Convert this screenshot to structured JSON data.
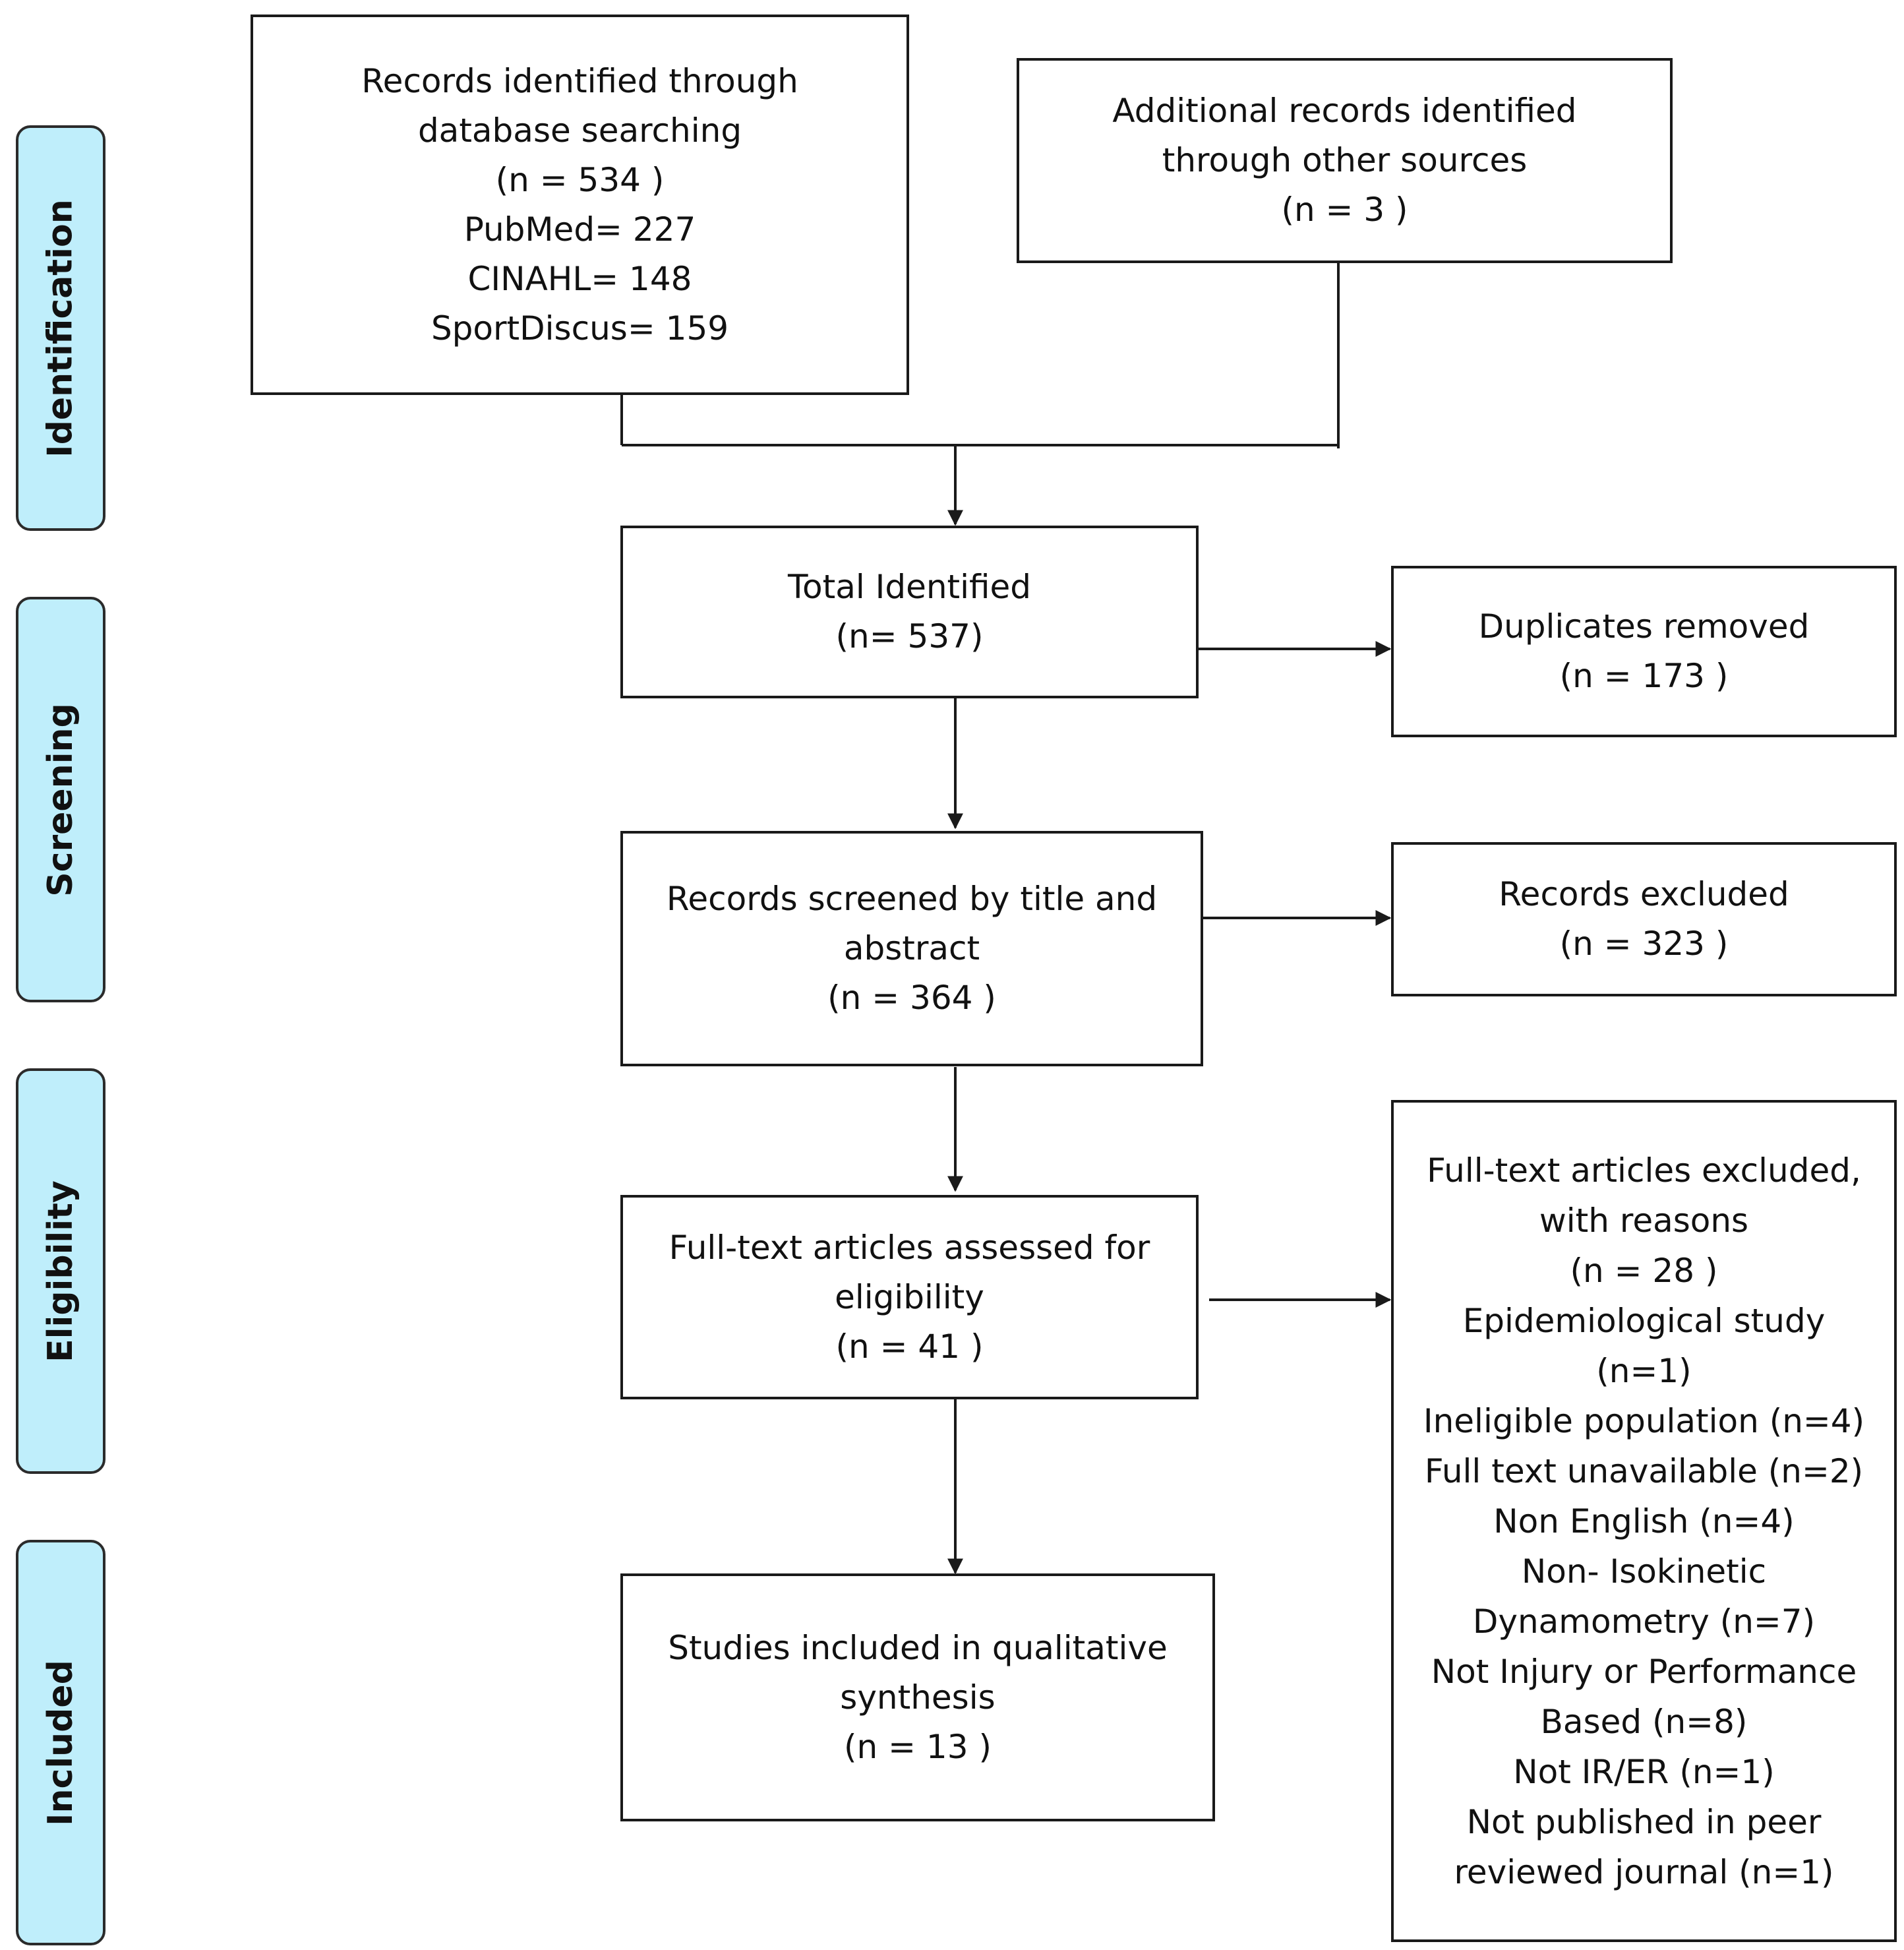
{
  "phases": [
    "Identification",
    "Screening",
    "Eligibility",
    "Included"
  ],
  "boxes": {
    "database": [
      "Records identified through",
      "database searching",
      "(n = 534 )",
      "PubMed= 227",
      "CINAHL= 148",
      "SportDiscus= 159"
    ],
    "other_sources": [
      "Additional records identified",
      "through other sources",
      "(n = 3 )"
    ],
    "total": [
      "Total Identified",
      "(n= 537)"
    ],
    "duplicates": [
      "Duplicates removed",
      "(n =  173 )"
    ],
    "screened": [
      "Records screened by title and",
      "abstract",
      "(n = 364 )"
    ],
    "excluded": [
      "Records excluded",
      "(n =  323 )"
    ],
    "fulltext": [
      "Full-text articles assessed for",
      "eligibility",
      "(n = 41 )"
    ],
    "fulltext_excluded": [
      "Full-text articles excluded,",
      "with reasons",
      "(n = 28 )",
      "Epidemiological study",
      "(n=1)",
      "Ineligible population (n=4)",
      "Full text unavailable (n=2)",
      "Non English (n=4)",
      "Non- Isokinetic",
      "Dynamometry (n=7)",
      "Not Injury or Performance",
      "Based (n=8)",
      "Not IR/ER (n=1)",
      "Not published in peer",
      "reviewed journal (n=1)"
    ],
    "included": [
      "Studies included in qualitative",
      "synthesis",
      "(n = 13 )"
    ]
  }
}
